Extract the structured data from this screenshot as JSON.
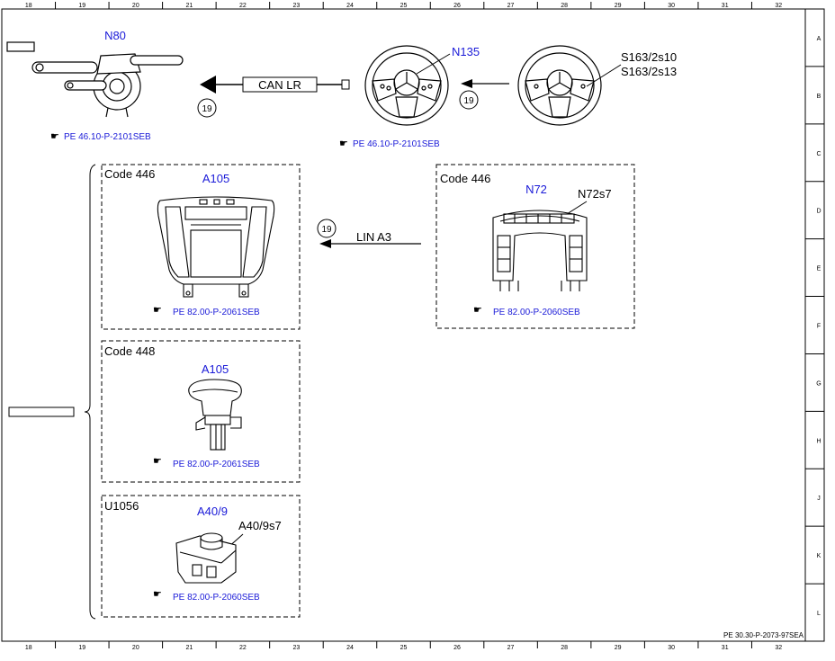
{
  "grid": {
    "columns": [
      "18",
      "19",
      "20",
      "21",
      "22",
      "23",
      "24",
      "25",
      "26",
      "27",
      "28",
      "29",
      "30",
      "31",
      "32"
    ],
    "rows": [
      "A",
      "B",
      "C",
      "D",
      "E",
      "F",
      "G",
      "H",
      "J",
      "K",
      "L"
    ]
  },
  "components": {
    "n80": {
      "label": "N80",
      "ref": "PE 46.10-P-2101SEB"
    },
    "n135": {
      "label": "N135",
      "ref": "PE 46.10-P-2101SEB"
    },
    "s163": {
      "label1": "S163/2s10",
      "label2": "S163/2s13"
    },
    "box_a105_446": {
      "code": "Code 446",
      "label": "A105",
      "ref": "PE 82.00-P-2061SEB"
    },
    "box_a105_448": {
      "code": "Code 448",
      "label": "A105",
      "ref": "PE 82.00-P-2061SEB"
    },
    "box_a409": {
      "code": "U1056",
      "label": "A40/9",
      "sub": "A40/9s7",
      "ref": "PE 82.00-P-2060SEB"
    },
    "box_n72": {
      "code": "Code 446",
      "label": "N72",
      "sub": "N72s7",
      "ref": "PE 82.00-P-2060SEB"
    }
  },
  "connections": {
    "can_lr": "CAN LR",
    "lin_a3": "LIN A3",
    "circle_num": "19"
  },
  "footer": {
    "doc_id": "PE 30.30-P-2073-97SEA"
  },
  "colors": {
    "label_blue": "#1a1ad8",
    "line": "#000000"
  }
}
